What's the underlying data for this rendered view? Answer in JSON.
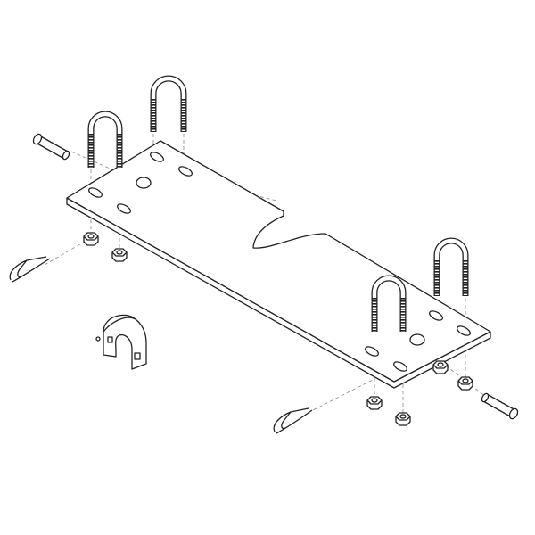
{
  "diagram": {
    "colors": {
      "line": "#222222",
      "fill": "#ffffff",
      "leader": "#888888",
      "background": "#ffffff"
    },
    "parts": [
      "mounting-plate",
      "u-bolt",
      "hex-nut",
      "clevis-pin",
      "hitch-pin-clip",
      "saddle-clamp"
    ]
  }
}
